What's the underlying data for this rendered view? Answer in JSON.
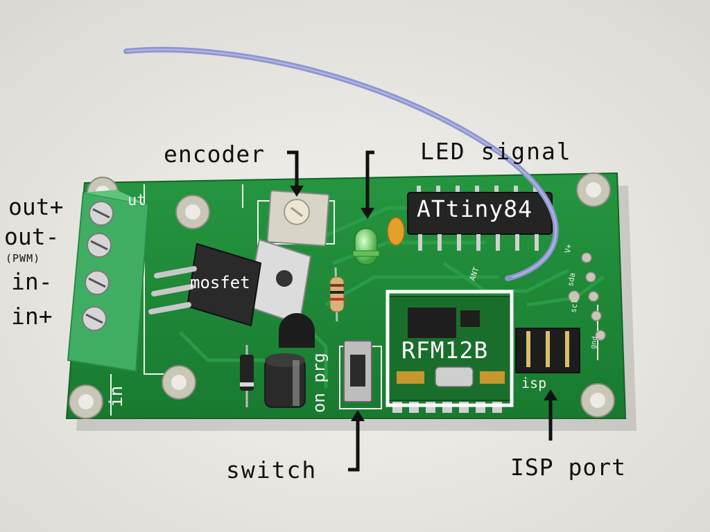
{
  "labels": {
    "encoder": "encoder",
    "led_signal": "LED signal",
    "attiny": "ATtiny84",
    "mosfet": "mosfet",
    "rfm": "RFM12B",
    "switch": "switch",
    "isp_port": "ISP port",
    "out_plus": "out+",
    "out_minus": "out-",
    "pwm": "(PWM)",
    "in_minus": "in-",
    "in_plus": "in+"
  },
  "silkscreen": {
    "on_prg": "on prg",
    "in": "in",
    "isp": "isp",
    "out_partial": "ut",
    "ant": "ANT",
    "v_plus": "V+",
    "sda": "sda",
    "scl": "scl",
    "gnd": "gnd"
  },
  "colors": {
    "pcb": "#1f8c3a",
    "terminal_block": "#3fae63",
    "wire": "#8e95cf",
    "silkscreen": "#f2f2ee",
    "background": "#ecebe7"
  }
}
